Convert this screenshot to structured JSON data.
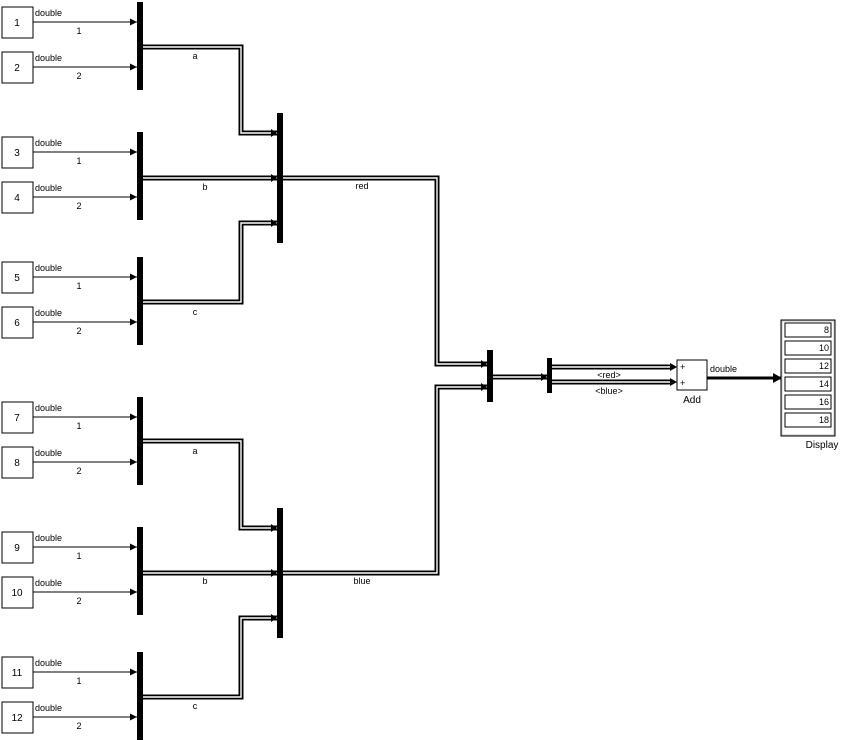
{
  "inports": [
    {
      "label": "1",
      "type": "double",
      "port": "1"
    },
    {
      "label": "2",
      "type": "double",
      "port": "2"
    },
    {
      "label": "3",
      "type": "double",
      "port": "1"
    },
    {
      "label": "4",
      "type": "double",
      "port": "2"
    },
    {
      "label": "5",
      "type": "double",
      "port": "1"
    },
    {
      "label": "6",
      "type": "double",
      "port": "2"
    },
    {
      "label": "7",
      "type": "double",
      "port": "1"
    },
    {
      "label": "8",
      "type": "double",
      "port": "2"
    },
    {
      "label": "9",
      "type": "double",
      "port": "1"
    },
    {
      "label": "10",
      "type": "double",
      "port": "2"
    },
    {
      "label": "11",
      "type": "double",
      "port": "1"
    },
    {
      "label": "12",
      "type": "double",
      "port": "2"
    }
  ],
  "bus_signals": [
    "a",
    "b",
    "c",
    "a",
    "b",
    "c"
  ],
  "bus_outputs": [
    "red",
    "blue"
  ],
  "selected_signals": [
    "<red>",
    "<blue>"
  ],
  "add_block": {
    "name": "Add",
    "signs": [
      "+",
      "+"
    ],
    "output_type": "double"
  },
  "display_block": {
    "name": "Display",
    "values": [
      "8",
      "10",
      "12",
      "14",
      "16",
      "18"
    ]
  }
}
